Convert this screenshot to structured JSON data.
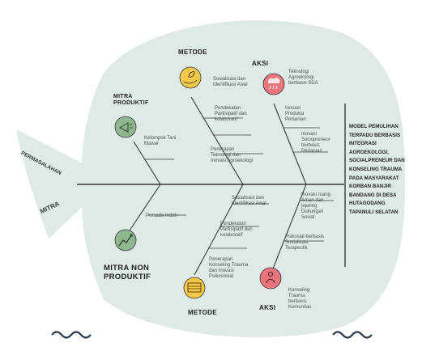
{
  "tail": {
    "top": "PERMASALAHAN",
    "bottom": "MITRA"
  },
  "headings": {
    "top_left": [
      "MITRA",
      "PRODUKTIF"
    ],
    "bottom_left": [
      "MITRA NON",
      "PRODUKTIF"
    ],
    "top_mid": "METODE",
    "bottom_mid": "METODE",
    "top_right": "AKSI",
    "bottom_right": "AKSI"
  },
  "labels": {
    "kelompok": [
      "Kelompok Tani",
      "Mawar"
    ],
    "persada": "Persada Indah",
    "sos_top": [
      "Sosialisasi dan",
      "Identifikasi Awal"
    ],
    "pend_top": [
      "Pendekatan",
      "Partisipatif dan",
      "kolaboratif"
    ],
    "penerapan_top": [
      "Penerapan",
      "Teknologi dan",
      "Inovasi Agroekologi"
    ],
    "tekno": [
      "Teknologi",
      "Agroekologi",
      "berbasis SDA"
    ],
    "inov_produk": [
      "Inovasi",
      "Produksi",
      "Pertanian"
    ],
    "inov_sociopreneur": [
      "Inovasi",
      "Sociopreneur",
      "berbasis",
      "Pertanian"
    ],
    "sos_bottom": [
      "Sosialisasi dan",
      "Identifikasi Awal"
    ],
    "pend_bottom": [
      "Pendekatan",
      "Partisipatif dan",
      "kolaboratif"
    ],
    "penerapan_bottom": [
      "Penerapan",
      "Konseling Trauma",
      "dan Inovasi",
      "Psikososial"
    ],
    "ruang": [
      "Inovasi ruang",
      "Aman dan",
      "jejaring",
      "Dukungan",
      "Sosial"
    ],
    "pokusal": [
      "Psikosial berbasis",
      "Sosialisasi",
      "Terapeutik"
    ],
    "konseling": [
      "Konseling",
      "Trauma",
      "berbasis",
      "Komunitas"
    ]
  },
  "result": [
    "MODEL PEMULIHAN",
    "TERPADU BERBASIS",
    "INTEGRASI",
    "AGROEKOLOGI,",
    "SOCIALPRENEUR DAN",
    "KONSELING TRAUMA",
    "PADA MASYARAKAT",
    "KORBAN BANJIR",
    "BANDANG DI DESA",
    "HUTAGODANG",
    "TAPANULI SELATAN"
  ],
  "colors": {
    "fish": "#dfe9e6",
    "line": "#3a3a3a",
    "green": "#8fb78e",
    "yellow": "#f2c84b",
    "red": "#e8747c",
    "wave": "#2d3b4a"
  },
  "icons": {
    "top_left": "megaphone-icon",
    "bottom_left": "trend-chart-icon",
    "top_mid": "hand-leaf-icon",
    "bottom_mid": "money-icon",
    "top_right": "rain-cloud-icon",
    "bottom_right": "people-icon"
  }
}
